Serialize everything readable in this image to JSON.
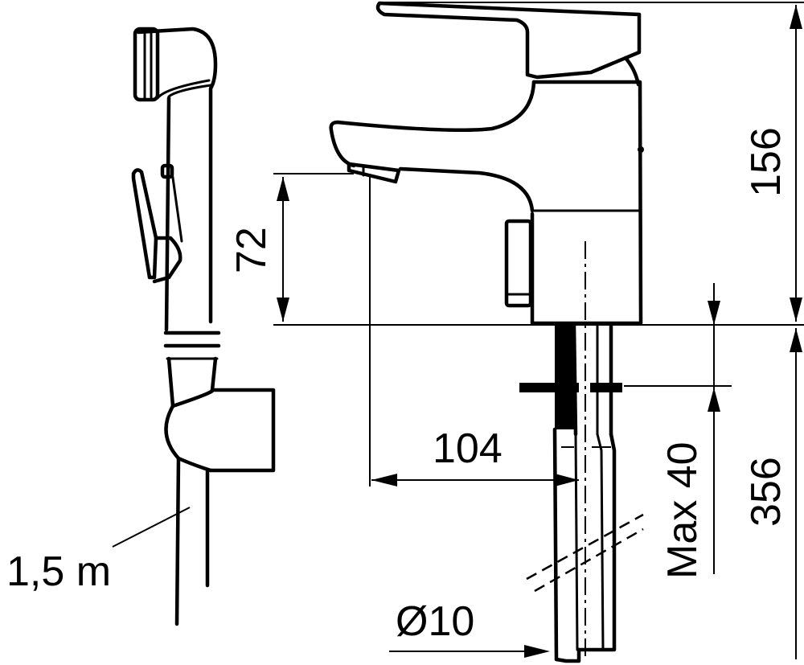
{
  "drawing": {
    "title": "Basin mixer with hand shower - dimension drawing",
    "colors": {
      "line": "#000000",
      "background": "#ffffff"
    },
    "dimensions": {
      "hose_length": "1,5 m",
      "spout_height": "72",
      "total_height": "156",
      "spout_reach": "104",
      "max_deck_thickness": "Max 40",
      "tail_length": "356",
      "pipe_diameter": "Ø10"
    },
    "components": [
      {
        "name": "hand-shower",
        "label": ""
      },
      {
        "name": "shower-holder",
        "label": ""
      },
      {
        "name": "mixer-body",
        "label": ""
      },
      {
        "name": "lever-handle",
        "label": ""
      },
      {
        "name": "spout",
        "label": ""
      },
      {
        "name": "shower-outlet",
        "label": ""
      },
      {
        "name": "supply-tails",
        "label": ""
      }
    ]
  }
}
